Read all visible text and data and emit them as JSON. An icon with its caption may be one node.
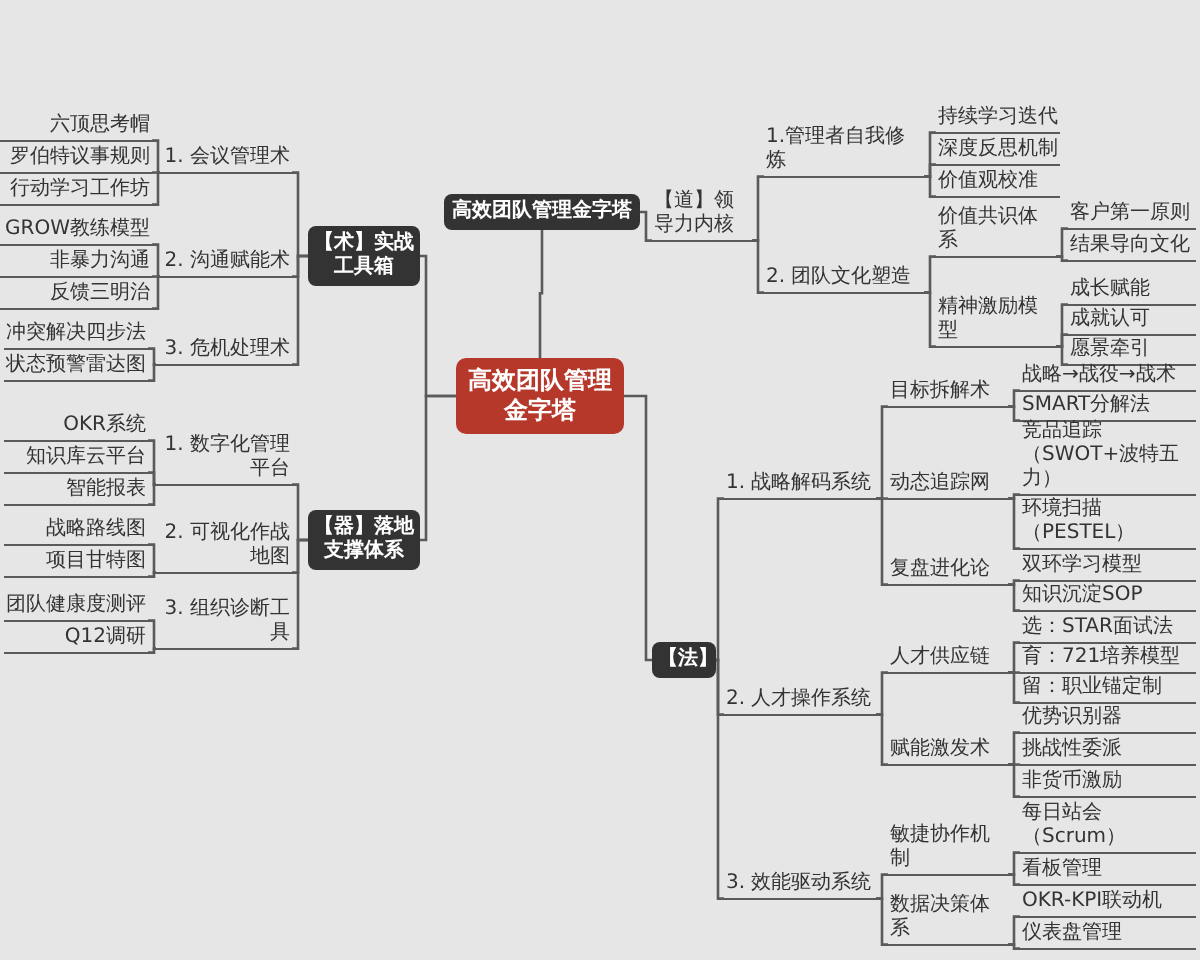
{
  "diagram": {
    "nodes": [
      {
        "text": [
          "高效团队管理金字塔"
        ]
      },
      {
        "text": [
          "【术】实战工具箱"
        ]
      },
      {
        "text": [
          "1. 会议管理术"
        ]
      },
      {
        "text": [
          "六顶思考帽"
        ]
      },
      {
        "text": [
          "罗伯特议事规则"
        ]
      },
      {
        "text": [
          "行动学习工作坊"
        ]
      },
      {
        "text": [
          "2. 沟通赋能术"
        ]
      },
      {
        "text": [
          "GROW教练模型"
        ]
      },
      {
        "text": [
          "非暴力沟通"
        ]
      },
      {
        "text": [
          "反馈三明治"
        ]
      },
      {
        "text": [
          "3. 危机处理术"
        ]
      },
      {
        "text": [
          "冲突解决四步法"
        ]
      },
      {
        "text": [
          "状态预警雷达图"
        ]
      },
      {
        "text": [
          "【器】落地支撑体系"
        ]
      },
      {
        "text": [
          "1. 数字化管理平台"
        ]
      },
      {
        "text": [
          "OKR系统"
        ]
      },
      {
        "text": [
          "知识库云平台"
        ]
      },
      {
        "text": [
          "智能报表"
        ]
      },
      {
        "text": [
          "2. 可视化作战地图"
        ]
      },
      {
        "text": [
          "战略路线图"
        ]
      },
      {
        "text": [
          "项目甘特图"
        ]
      },
      {
        "text": [
          "3. 组织诊断工具"
        ]
      },
      {
        "text": [
          "团队健康度测评"
        ]
      },
      {
        "text": [
          "Q12调研"
        ]
      },
      {
        "text": [
          "高效团队管理金字塔"
        ]
      },
      {
        "text": [
          "【道】领导力内核"
        ]
      },
      {
        "text": [
          "1.管理者自我修炼"
        ]
      },
      {
        "text": [
          "持续学习迭代"
        ]
      },
      {
        "text": [
          "深度反思机制"
        ]
      },
      {
        "text": [
          "价值观校准"
        ]
      },
      {
        "text": [
          "2. 团队文化塑造"
        ]
      },
      {
        "text": [
          "价值共识体系"
        ]
      },
      {
        "text": [
          "客户第一原则"
        ]
      },
      {
        "text": [
          "结果导向文化"
        ]
      },
      {
        "text": [
          "精神激励模型"
        ]
      },
      {
        "text": [
          "成长赋能"
        ]
      },
      {
        "text": [
          "成就认可"
        ]
      },
      {
        "text": [
          "愿景牵引"
        ]
      },
      {
        "text": [
          "【法】"
        ]
      },
      {
        "text": [
          "1. 战略解码系统"
        ]
      },
      {
        "text": [
          "目标拆解术"
        ]
      },
      {
        "text": [
          "战略→战役→战术"
        ]
      },
      {
        "text": [
          "SMART分解法"
        ]
      },
      {
        "text": [
          "动态追踪网"
        ]
      },
      {
        "text": [
          "竞品追踪（SWOT+波特五力）"
        ]
      },
      {
        "text": [
          "环境扫描（PESTEL）"
        ]
      },
      {
        "text": [
          "复盘进化论"
        ]
      },
      {
        "text": [
          "双环学习模型"
        ]
      },
      {
        "text": [
          "知识沉淀SOP"
        ]
      },
      {
        "text": [
          "2. 人才操作系统"
        ]
      },
      {
        "text": [
          "人才供应链"
        ]
      },
      {
        "text": [
          "选：STAR面试法"
        ]
      },
      {
        "text": [
          "育：721培养模型"
        ]
      },
      {
        "text": [
          "留：职业锚定制"
        ]
      },
      {
        "text": [
          "赋能激发术"
        ]
      },
      {
        "text": [
          "优势识别器"
        ]
      },
      {
        "text": [
          "挑战性委派"
        ]
      },
      {
        "text": [
          "非货币激励"
        ]
      },
      {
        "text": [
          "3. 效能驱动系统"
        ]
      },
      {
        "text": [
          "敏捷协作机制"
        ]
      },
      {
        "text": [
          "每日站会（Scrum）"
        ]
      },
      {
        "text": [
          "看板管理"
        ]
      },
      {
        "text": [
          "数据决策体系"
        ]
      },
      {
        "text": [
          "OKR-KPI联动机"
        ]
      },
      {
        "text": [
          "仪表盘管理"
        ]
      }
    ],
    "edges": [
      {
        "from": 0,
        "to": 1,
        "arrow": "none"
      },
      {
        "from": 1,
        "to": 2,
        "arrow": "none"
      },
      {
        "from": 2,
        "to": 3,
        "arrow": "none"
      },
      {
        "from": 2,
        "to": 4,
        "arrow": "none"
      },
      {
        "from": 2,
        "to": 5,
        "arrow": "none"
      },
      {
        "from": 1,
        "to": 6,
        "arrow": "none"
      },
      {
        "from": 6,
        "to": 7,
        "arrow": "none"
      },
      {
        "from": 6,
        "to": 8,
        "arrow": "none"
      },
      {
        "from": 6,
        "to": 9,
        "arrow": "none"
      },
      {
        "from": 1,
        "to": 10,
        "arrow": "none"
      },
      {
        "from": 10,
        "to": 11,
        "arrow": "none"
      },
      {
        "from": 10,
        "to": 12,
        "arrow": "none"
      },
      {
        "from": 0,
        "to": 13,
        "arrow": "none"
      },
      {
        "from": 13,
        "to": 14,
        "arrow": "none"
      },
      {
        "from": 14,
        "to": 15,
        "arrow": "none"
      },
      {
        "from": 14,
        "to": 16,
        "arrow": "none"
      },
      {
        "from": 14,
        "to": 17,
        "arrow": "none"
      },
      {
        "from": 13,
        "to": 18,
        "arrow": "none"
      },
      {
        "from": 18,
        "to": 19,
        "arrow": "none"
      },
      {
        "from": 18,
        "to": 20,
        "arrow": "none"
      },
      {
        "from": 13,
        "to": 21,
        "arrow": "none"
      },
      {
        "from": 21,
        "to": 22,
        "arrow": "none"
      },
      {
        "from": 21,
        "to": 23,
        "arrow": "none"
      },
      {
        "from": 0,
        "to": 24,
        "arrow": "none"
      },
      {
        "from": 24,
        "to": 25,
        "arrow": "none"
      },
      {
        "from": 25,
        "to": 26,
        "arrow": "none"
      },
      {
        "from": 26,
        "to": 27,
        "arrow": "none"
      },
      {
        "from": 26,
        "to": 28,
        "arrow": "none"
      },
      {
        "from": 26,
        "to": 29,
        "arrow": "none"
      },
      {
        "from": 25,
        "to": 30,
        "arrow": "none"
      },
      {
        "from": 30,
        "to": 31,
        "arrow": "none"
      },
      {
        "from": 31,
        "to": 32,
        "arrow": "none"
      },
      {
        "from": 31,
        "to": 33,
        "arrow": "none"
      },
      {
        "from": 30,
        "to": 34,
        "arrow": "none"
      },
      {
        "from": 34,
        "to": 35,
        "arrow": "none"
      },
      {
        "from": 34,
        "to": 36,
        "arrow": "none"
      },
      {
        "from": 34,
        "to": 37,
        "arrow": "none"
      },
      {
        "from": 0,
        "to": 38,
        "arrow": "none"
      },
      {
        "from": 38,
        "to": 39,
        "arrow": "none"
      },
      {
        "from": 39,
        "to": 40,
        "arrow": "none"
      },
      {
        "from": 40,
        "to": 41,
        "arrow": "none"
      },
      {
        "from": 40,
        "to": 42,
        "arrow": "none"
      },
      {
        "from": 39,
        "to": 43,
        "arrow": "none"
      },
      {
        "from": 43,
        "to": 44,
        "arrow": "none"
      },
      {
        "from": 43,
        "to": 45,
        "arrow": "none"
      },
      {
        "from": 39,
        "to": 46,
        "arrow": "none"
      },
      {
        "from": 46,
        "to": 47,
        "arrow": "none"
      },
      {
        "from": 46,
        "to": 48,
        "arrow": "none"
      },
      {
        "from": 38,
        "to": 49,
        "arrow": "none"
      },
      {
        "from": 49,
        "to": 50,
        "arrow": "none"
      },
      {
        "from": 50,
        "to": 51,
        "arrow": "none"
      },
      {
        "from": 50,
        "to": 52,
        "arrow": "none"
      },
      {
        "from": 50,
        "to": 53,
        "arrow": "none"
      },
      {
        "from": 49,
        "to": 54,
        "arrow": "none"
      },
      {
        "from": 54,
        "to": 55,
        "arrow": "none"
      },
      {
        "from": 54,
        "to": 56,
        "arrow": "none"
      },
      {
        "from": 54,
        "to": 57,
        "arrow": "none"
      },
      {
        "from": 38,
        "to": 58,
        "arrow": "none"
      },
      {
        "from": 58,
        "to": 59,
        "arrow": "none"
      },
      {
        "from": 59,
        "to": 60,
        "arrow": "none"
      },
      {
        "from": 59,
        "to": 61,
        "arrow": "none"
      },
      {
        "from": 58,
        "to": 62,
        "arrow": "none"
      },
      {
        "from": 62,
        "to": 63,
        "arrow": "none"
      },
      {
        "from": 62,
        "to": 64,
        "arrow": "none"
      }
    ]
  }
}
